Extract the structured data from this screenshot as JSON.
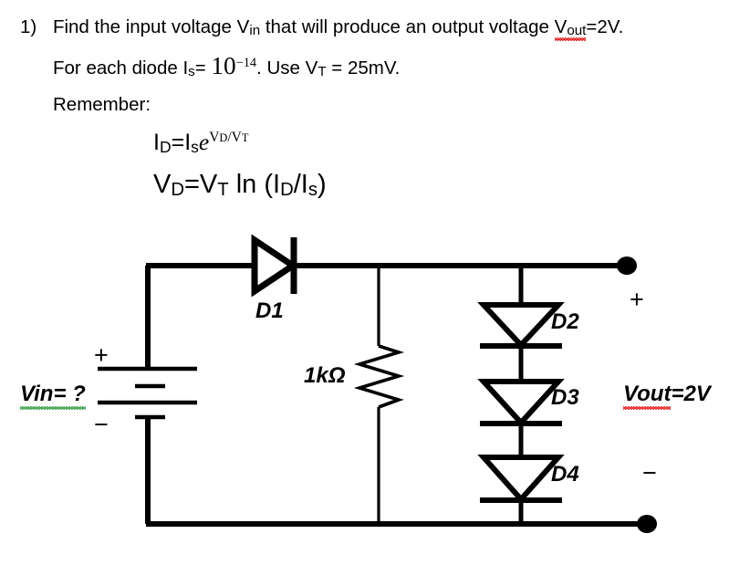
{
  "problem": {
    "number": "1)",
    "line1_a": "Find the input voltage V",
    "line1_vin_sub": "in",
    "line1_b": " that will produce an output voltage ",
    "line1_vout": "V",
    "line1_vout_sub": "out",
    "line1_c": "=2V.",
    "line2_a": "For each diode I",
    "line2_is_sub": "s",
    "line2_b": "= ",
    "line2_base": "10",
    "line2_exp": "−14",
    "line2_c": ". Use V",
    "line2_vt_sub": "T",
    "line2_d": " = 25mV.",
    "line3": "Remember:"
  },
  "equations": {
    "eq1": {
      "lhs": "I",
      "lhs_sub": "D",
      "eq": "=I",
      "is_sub": "s",
      "e": "e",
      "exp_v": "V",
      "exp_v_sub": "D",
      "exp_slash": "/V",
      "exp_t_sub": "T"
    },
    "eq2": {
      "lhs": "V",
      "lhs_sub": "D",
      "eq": "=V",
      "vt_sub": "T",
      "ln": " ln (I",
      "id_sub": "D",
      "slash": "/I",
      "is_sub": "s",
      "close": ")"
    }
  },
  "circuit": {
    "diode_d1": "D1",
    "diode_d2": "D2",
    "diode_d3": "D3",
    "diode_d4": "D4",
    "resistor": "1kΩ",
    "source_label_a": "Vin",
    "source_label_b": "= ?",
    "output_label_a": "Vout",
    "output_label_b": "=2V",
    "plus_source": "+",
    "minus_source": "−",
    "plus_output": "+",
    "minus_output": "−",
    "colors": {
      "wire": "#000000",
      "background": "#ffffff",
      "spell_error_red": "#ee1111",
      "spell_error_green": "#2e9b3d"
    }
  }
}
